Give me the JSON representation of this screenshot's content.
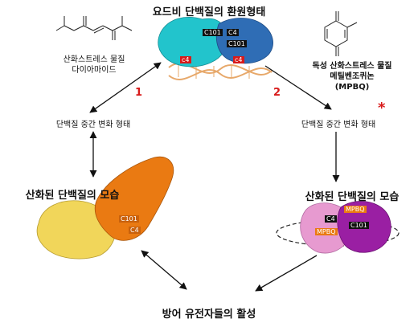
{
  "top_title": "요드비 단백질의 환원형태",
  "left_stress": {
    "line1": "산화스트레스 물질",
    "line2": "다이아마이드"
  },
  "right_stress": {
    "line1": "독성 산화스트레스 물질",
    "line2": "메틸벤조퀴논",
    "line3": "(MPBQ)"
  },
  "step1": "1",
  "step2": "2",
  "asterisk": "*",
  "left_intermediate": "단백질 중간 변화 형태",
  "right_intermediate": "단백질 중간 변화 형태",
  "left_oxidized": "산화된 단백질의 모습",
  "right_oxidized": "산화된 단백질의 모습",
  "bottom_title": "방어 유전자들의 활성",
  "residues": {
    "c101": "C101",
    "c4": "C4",
    "c4_red": "c4",
    "mpbq": "MPBQ"
  },
  "colors": {
    "cyan": "#22c4cc",
    "blue": "#2f6db5",
    "orange": "#ea7a12",
    "yellow": "#f1d65a",
    "pink": "#e79ad0",
    "purple": "#9a1fa3",
    "dna": "#e7a86a",
    "accent_red": "#d81a1a"
  },
  "icons": [
    "diamide-structure",
    "mpbq-structure",
    "dna-helix"
  ]
}
